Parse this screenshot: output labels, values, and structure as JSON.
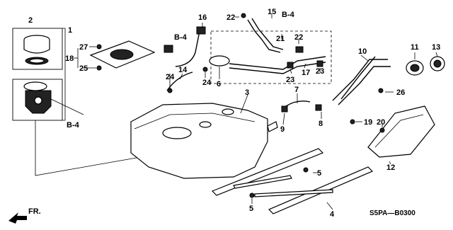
{
  "diagram_code": "S5PA—B0300",
  "direction_label": "FR.",
  "ref_code": "B-4",
  "callouts": [
    "1",
    "2",
    "3",
    "4",
    "5",
    "6",
    "7",
    "8",
    "9",
    "10",
    "11",
    "12",
    "13",
    "14",
    "15",
    "16",
    "17",
    "18",
    "19",
    "20",
    "21",
    "22",
    "23",
    "24",
    "25",
    "26",
    "27"
  ],
  "colors": {
    "line": "#000000",
    "background": "#ffffff",
    "shade": "#222222"
  }
}
